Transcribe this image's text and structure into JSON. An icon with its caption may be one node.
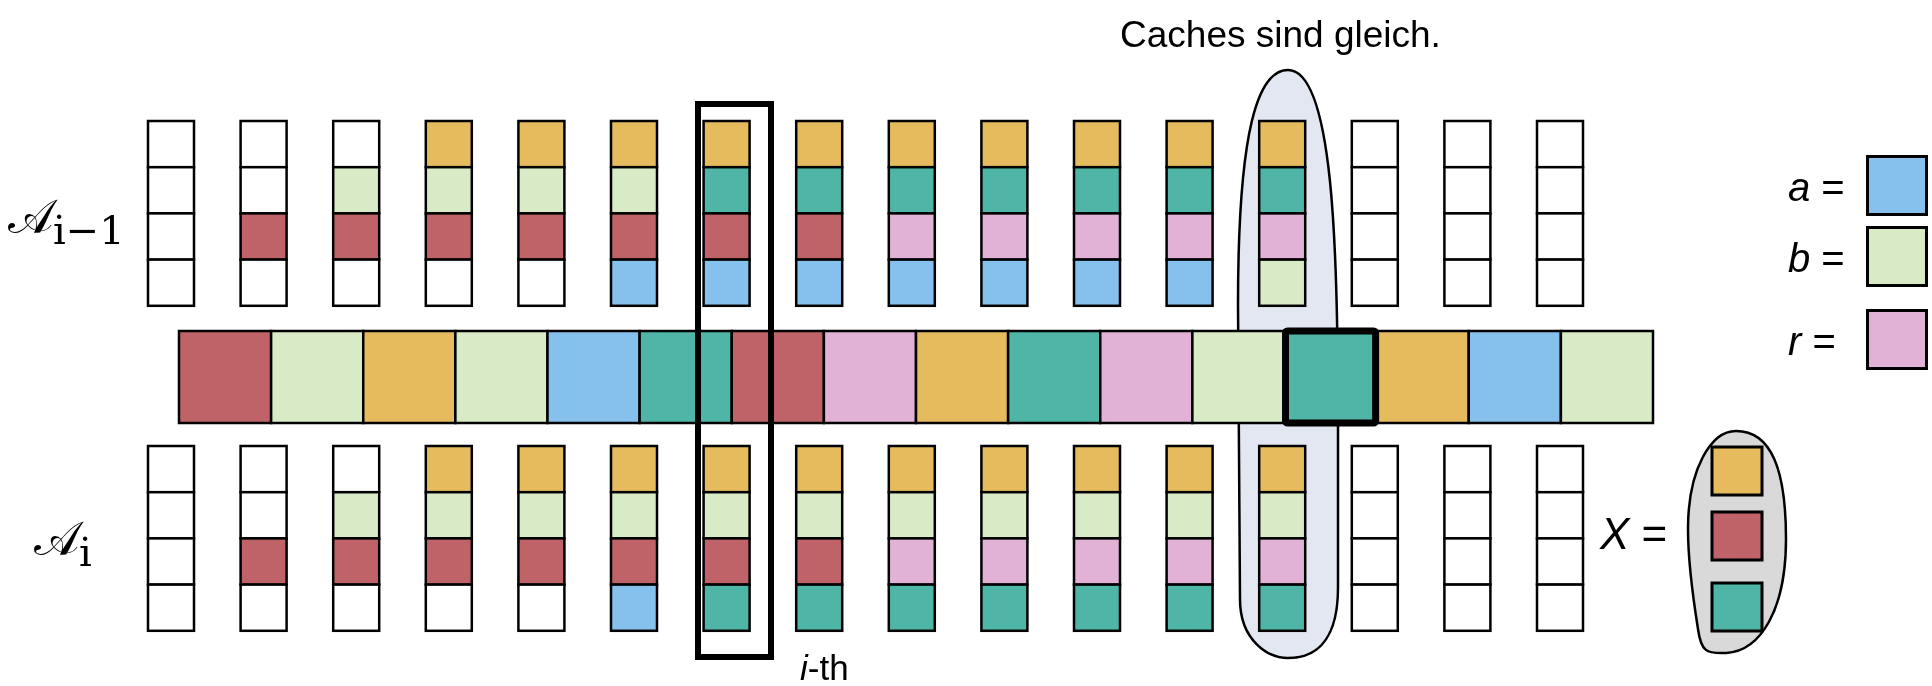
{
  "diagram": {
    "nodes": [
      {
        "text": [
          "Caches sind gleich."
        ]
      },
      {
        "text": [
          "*i*-th"
        ]
      }
    ],
    "edges": [],
    "labels": [
      "𝒜$_{i−1}$",
      "𝒜$_{i}$",
      "*X* ="
    ],
    "legend": [
      {
        "text": "*a* =",
        "color": "#85c1ec"
      },
      {
        "text": "*b* =",
        "color": "#d9eac6"
      },
      {
        "text": "*r* =",
        "color": "#e2b2d6"
      }
    ]
  }
}
